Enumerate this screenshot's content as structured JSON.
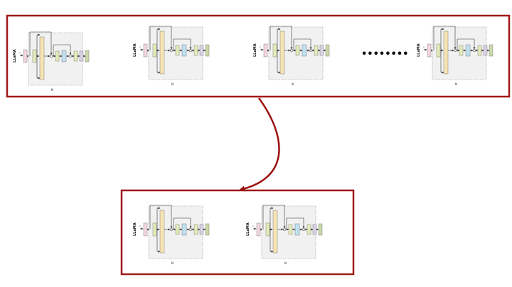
{
  "colors": {
    "frame": "#a01818",
    "arrow": "#9b1010",
    "panel_fill": "#f1f1f1",
    "panel_border": "#9a9a9a",
    "embed": "#f3d6e2",
    "norm": "#e3ecb8",
    "attention": "#f6e3b4",
    "mlp": "#bfe0f0",
    "head": "#c9d9a8"
  },
  "diagram": {
    "top_group": {
      "blocks": [
        {
          "side_label": "LLaMA",
          "repeat_label": "N",
          "input_label": "x"
        },
        {
          "side_label": "LLaMA",
          "repeat_label": "N",
          "input_label": "x"
        },
        {
          "side_label": "LLaMA",
          "repeat_label": "N",
          "input_label": "x"
        },
        {
          "side_label": "LLaMA",
          "repeat_label": "N",
          "input_label": "x"
        }
      ],
      "ellipsis": "••••••••"
    },
    "bottom_group": {
      "blocks": [
        {
          "side_label": "LLaMA",
          "repeat_label": "N",
          "input_label": "x"
        },
        {
          "side_label": "LLaMA",
          "repeat_label": "N",
          "input_label": "x"
        }
      ]
    },
    "connector_icon": "curved-arrow"
  }
}
